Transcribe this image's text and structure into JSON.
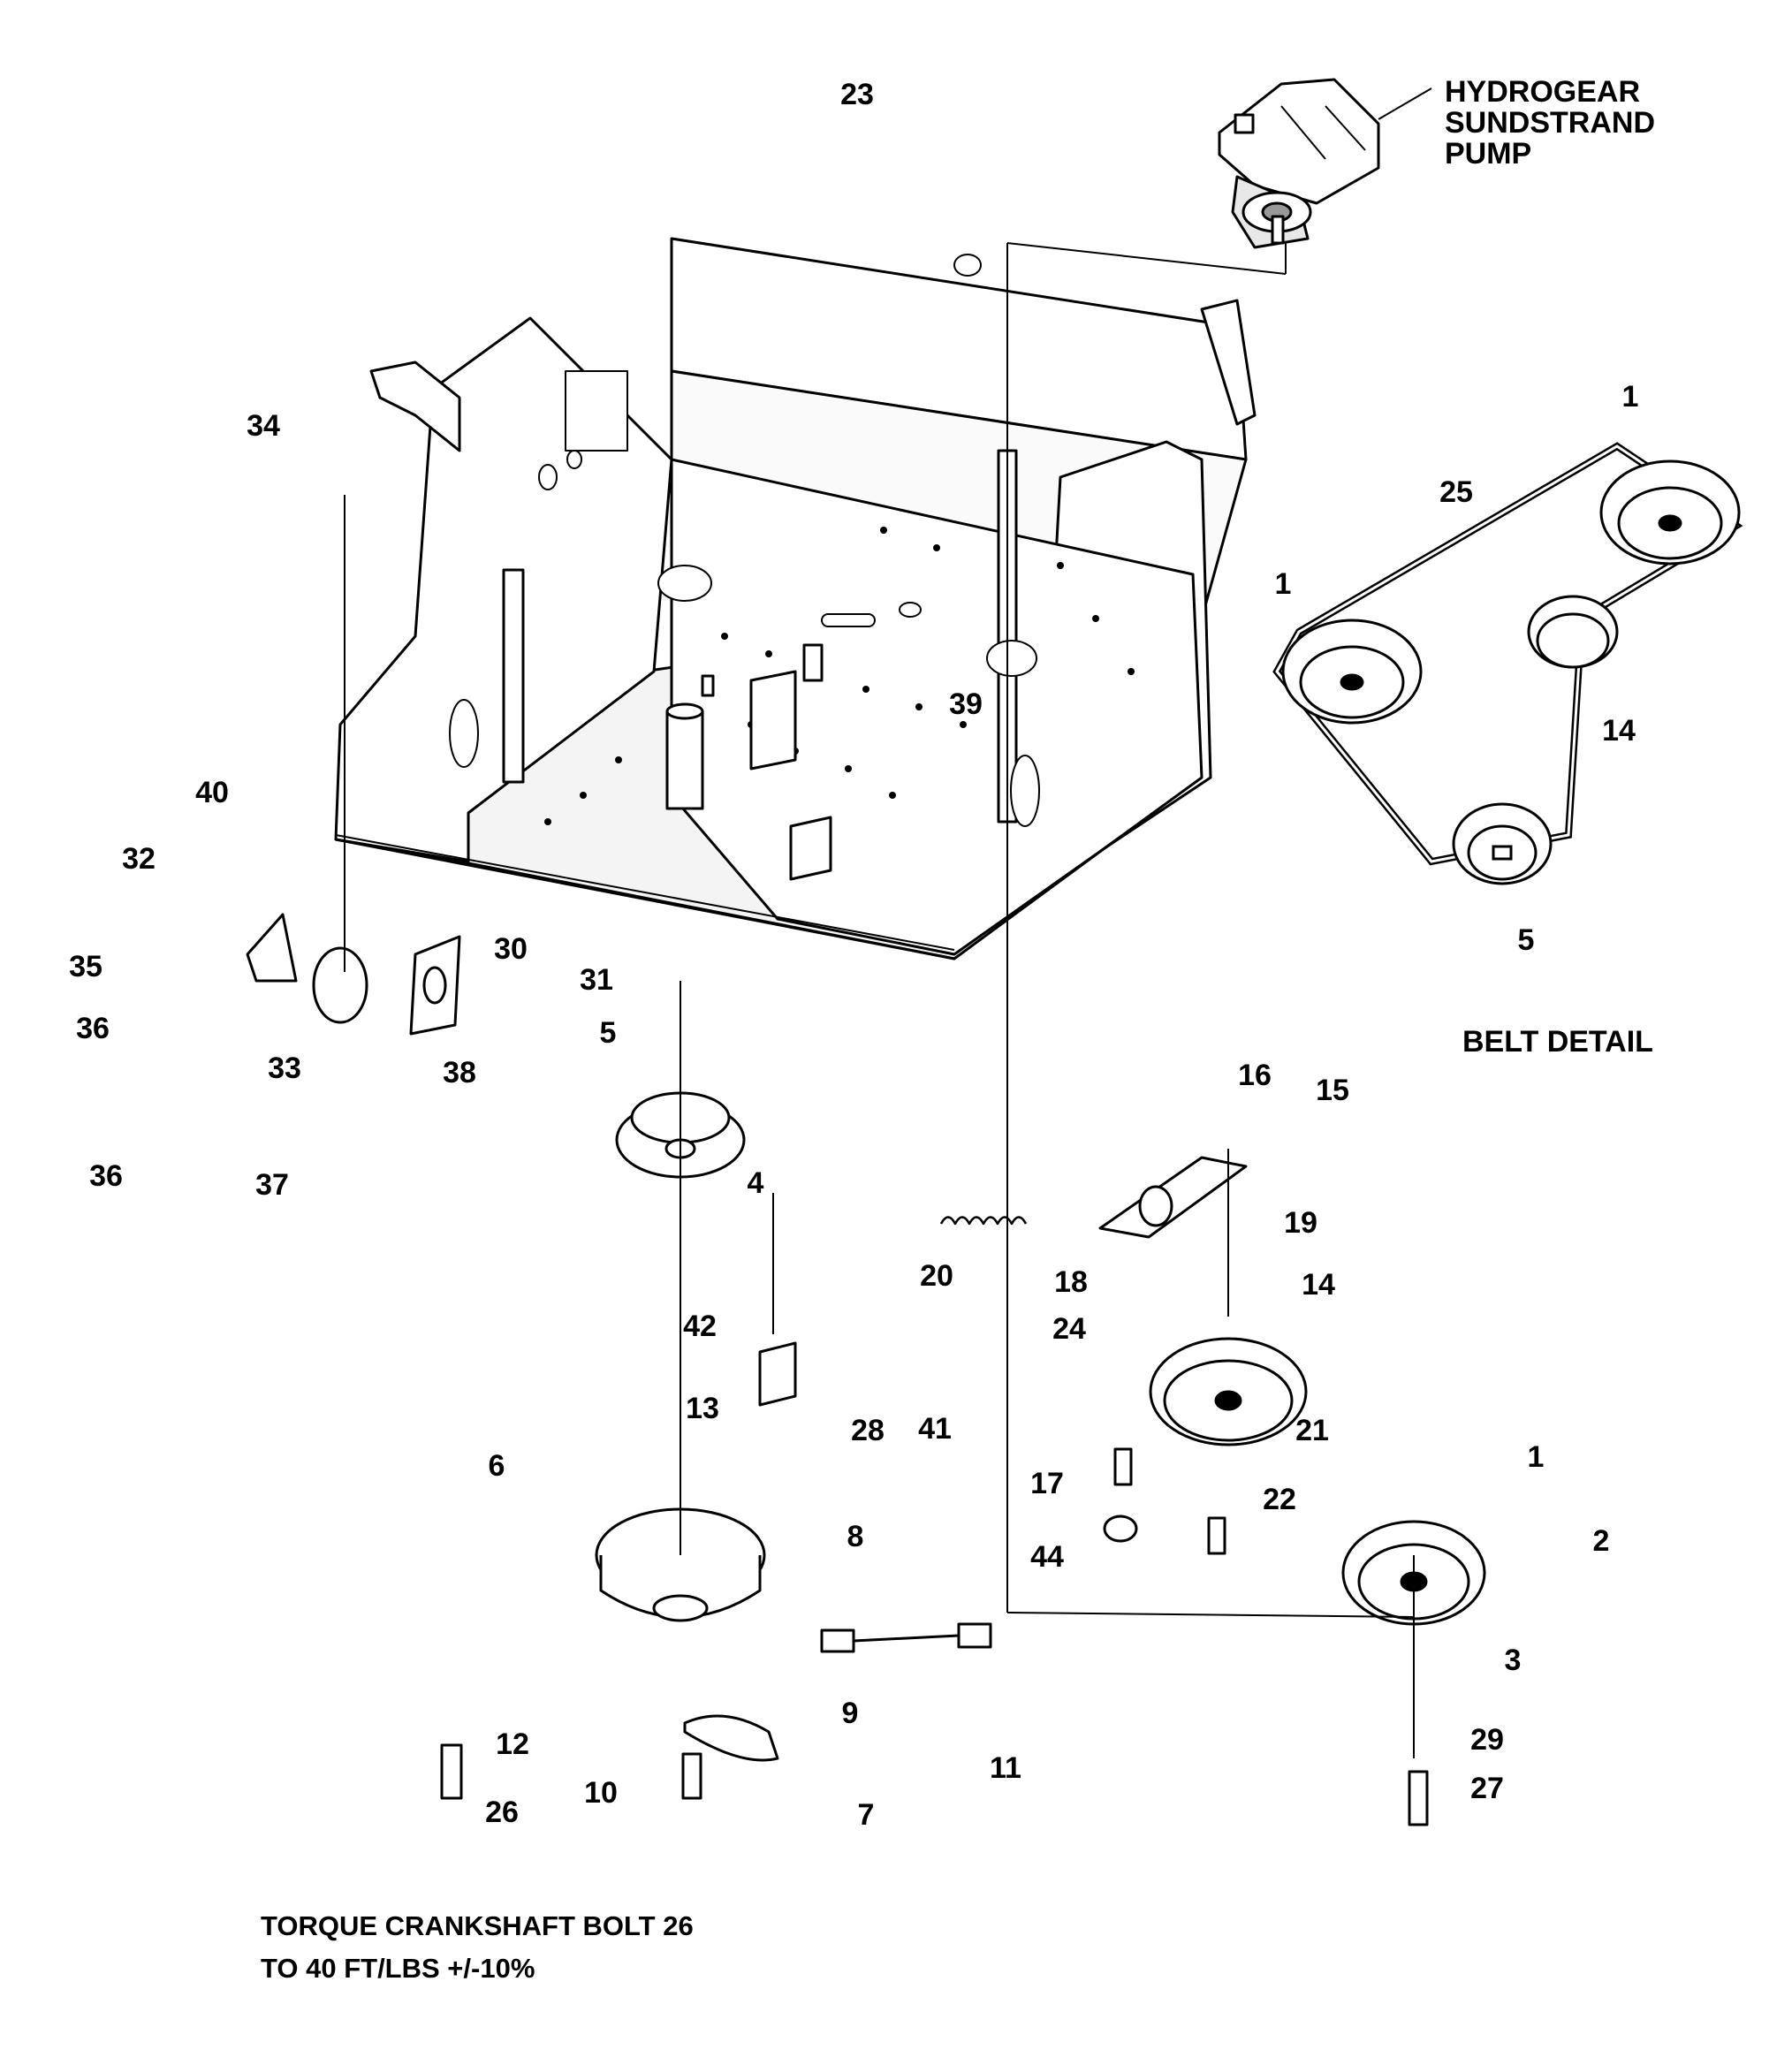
{
  "diagram": {
    "pump_label": [
      "HYDROGEAR",
      "SUNDSTRAND",
      "PUMP"
    ],
    "belt_detail_label": "BELT DETAIL",
    "torque_note": [
      "TORQUE CRANKSHAFT BOLT 26",
      "TO 40 FT/LBS +/-10%"
    ],
    "callouts": [
      "1",
      "1",
      "1",
      "2",
      "3",
      "4",
      "5",
      "5",
      "6",
      "7",
      "8",
      "9",
      "10",
      "11",
      "12",
      "13",
      "14",
      "14",
      "15",
      "16",
      "17",
      "18",
      "19",
      "20",
      "21",
      "22",
      "23",
      "24",
      "25",
      "26",
      "27",
      "28",
      "29",
      "30",
      "31",
      "32",
      "33",
      "34",
      "35",
      "36",
      "36",
      "37",
      "38",
      "39",
      "40",
      "41",
      "42",
      "44"
    ]
  },
  "colors": {
    "line": "#000000",
    "fill": "#ffffff",
    "shade": "#d8d8d8",
    "dark": "#7a7a7a"
  }
}
